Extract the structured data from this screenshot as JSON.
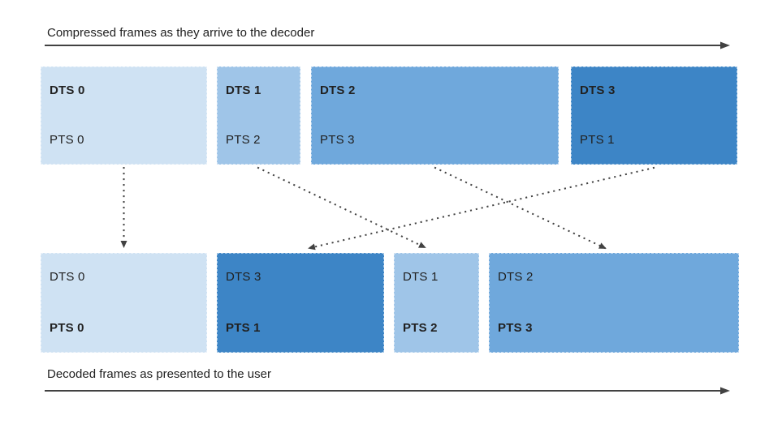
{
  "diagram": {
    "title_implicit": "Video frame decode/present order (DTS vs PTS)",
    "top_axis": {
      "label": "Compressed frames as they arrive to the decoder"
    },
    "bottom_axis": {
      "label": "Decoded frames as presented to the user"
    },
    "colors": {
      "frame_pale_blue": "#cfe2f3",
      "frame_light_blue": "#9fc5e8",
      "frame_medium_blue": "#6fa8dc",
      "frame_dark_blue": "#3d85c6",
      "arrow": "#424242",
      "text": "#212121",
      "background": "#ffffff"
    },
    "top_row": {
      "name": "compressed-frames",
      "frames": [
        {
          "dts": "DTS 0",
          "pts": "PTS 0",
          "color": "#cfe2f3",
          "emphasis": "dts"
        },
        {
          "dts": "DTS 1",
          "pts": "PTS 2",
          "color": "#9fc5e8",
          "emphasis": "dts"
        },
        {
          "dts": "DTS 2",
          "pts": "PTS 3",
          "color": "#6fa8dc",
          "emphasis": "dts"
        },
        {
          "dts": "DTS 3",
          "pts": "PTS 1",
          "color": "#3d85c6",
          "emphasis": "dts"
        }
      ]
    },
    "bottom_row": {
      "name": "decoded-frames",
      "frames": [
        {
          "dts": "DTS 0",
          "pts": "PTS 0",
          "color": "#cfe2f3",
          "emphasis": "pts"
        },
        {
          "dts": "DTS 3",
          "pts": "PTS 1",
          "color": "#3d85c6",
          "emphasis": "pts"
        },
        {
          "dts": "DTS 1",
          "pts": "PTS 2",
          "color": "#9fc5e8",
          "emphasis": "pts"
        },
        {
          "dts": "DTS 2",
          "pts": "PTS 3",
          "color": "#6fa8dc",
          "emphasis": "pts"
        }
      ]
    },
    "connectors": [
      {
        "from": "compressed DTS 0",
        "to": "decoded PTS 0",
        "style": "dotted-arrow"
      },
      {
        "from": "compressed DTS 1",
        "to": "decoded PTS 2",
        "style": "dotted-arrow"
      },
      {
        "from": "compressed DTS 2",
        "to": "decoded PTS 3",
        "style": "dotted-arrow"
      },
      {
        "from": "compressed DTS 3",
        "to": "decoded PTS 1",
        "style": "dotted-arrow"
      }
    ]
  }
}
